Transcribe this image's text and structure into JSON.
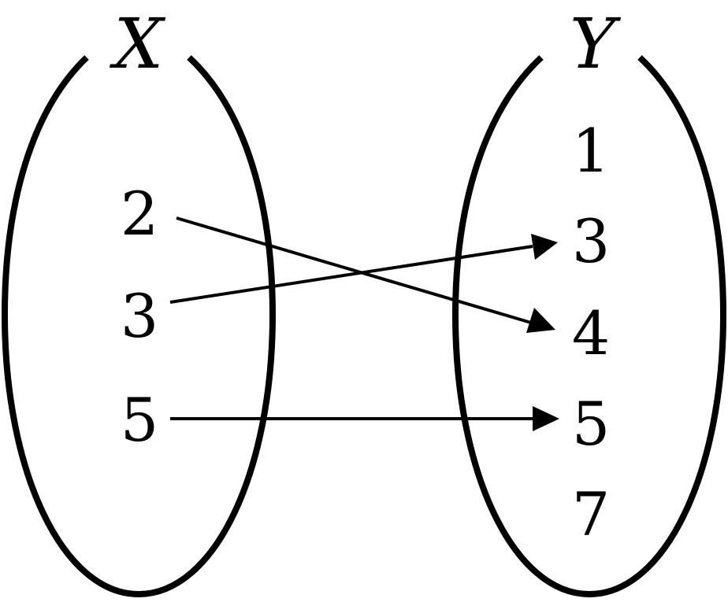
{
  "sets": {
    "x": {
      "label": "X",
      "elements": [
        "2",
        "3",
        "5"
      ]
    },
    "y": {
      "label": "Y",
      "elements": [
        "1",
        "3",
        "4",
        "5",
        "7"
      ]
    }
  },
  "mapping": [
    {
      "from": "2",
      "to": "4"
    },
    {
      "from": "3",
      "to": "3"
    },
    {
      "from": "5",
      "to": "5"
    }
  ],
  "colors": {
    "stroke": "#000000",
    "background": "#ffffff"
  }
}
